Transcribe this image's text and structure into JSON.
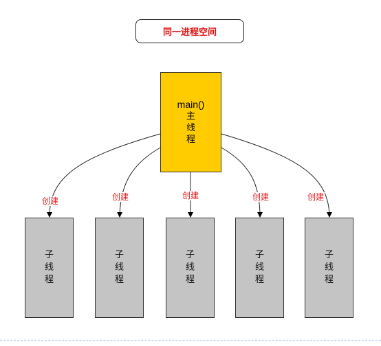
{
  "title": "同一进程空间",
  "main_thread": {
    "line1": "main()",
    "line2": "主",
    "line3": "线",
    "line4": "程"
  },
  "child_threads": [
    {
      "line1": "子",
      "line2": "线",
      "line3": "程"
    },
    {
      "line1": "子",
      "line2": "线",
      "line3": "程"
    },
    {
      "line1": "子",
      "line2": "线",
      "line3": "程"
    },
    {
      "line1": "子",
      "line2": "线",
      "line3": "程"
    },
    {
      "line1": "子",
      "line2": "线",
      "line3": "程"
    }
  ],
  "edge_labels": [
    "创建",
    "创建",
    "创建",
    "创建",
    "创建"
  ],
  "colors": {
    "main_fill": "#ffcc00",
    "child_fill": "#c4c4c4",
    "label_red": "#e02020"
  }
}
